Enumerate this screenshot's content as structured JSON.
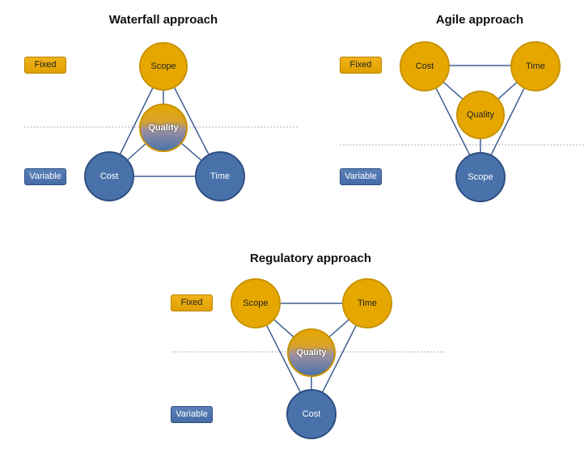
{
  "diagrams": [
    {
      "title": "Waterfall approach",
      "fixed_label": "Fixed",
      "variable_label": "Variable",
      "nodes": {
        "top": "Scope",
        "center": "Quality",
        "left": "Cost",
        "right": "Time"
      }
    },
    {
      "title": "Agile approach",
      "fixed_label": "Fixed",
      "variable_label": "Variable",
      "nodes": {
        "left": "Cost",
        "right": "Time",
        "center": "Quality",
        "bottom": "Scope"
      }
    },
    {
      "title": "Regulatory approach",
      "fixed_label": "Fixed",
      "variable_label": "Variable",
      "nodes": {
        "left": "Scope",
        "right": "Time",
        "center": "Quality",
        "bottom": "Cost"
      }
    }
  ],
  "colors": {
    "fixed": "#e6a800",
    "variable": "#4a72aa",
    "line": "#3e5f92",
    "divider": "#b0b0b0"
  }
}
